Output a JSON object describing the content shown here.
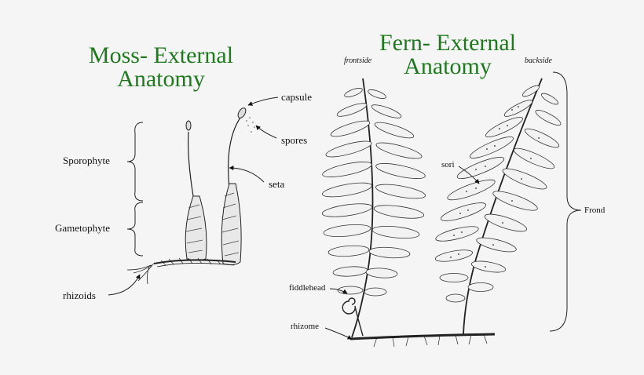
{
  "moss": {
    "title_line1": "Moss- External",
    "title_line2": "Anatomy",
    "labels": {
      "sporophyte": "Sporophyte",
      "gametophyte": "Gametophyte",
      "rhizoids": "rhizoids",
      "capsule": "capsule",
      "spores": "spores",
      "seta": "seta"
    }
  },
  "fern": {
    "title_line1": "Fern- External",
    "title_line2": "Anatomy",
    "labels": {
      "frontside": "frontside",
      "backside": "backside",
      "sori": "sori",
      "frond": "Frond",
      "fiddlehead": "fiddlehead",
      "rhizome": "rhizome"
    }
  }
}
